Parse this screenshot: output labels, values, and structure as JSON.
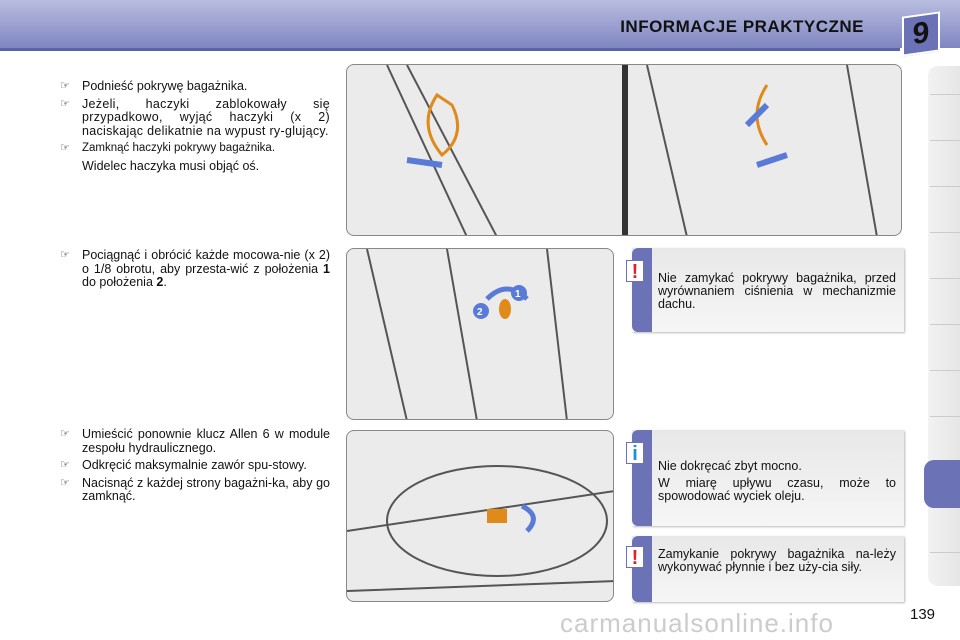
{
  "header": {
    "title": "INFORMACJE PRAKTYCZNE",
    "chapter": "9"
  },
  "section1": {
    "bullets": [
      "Podnieść pokrywę bagażnika.",
      "Jeżeli, haczyki zablokowały się przypadkowo, wyjąć haczyki (x 2) naciskając delikatnie na wypust ry-glujący.",
      "Zamknąć haczyki pokrywy bagażnika."
    ],
    "note": "Widelec haczyka musi objąć oś."
  },
  "section2": {
    "text_before": "Pociągnąć i obrócić każde mocowa-nie (x 2) o 1/8 obrotu, aby przesta-wić z położenia ",
    "pos1": "1",
    "text_mid": " do położenia ",
    "pos2": "2",
    "text_end": "."
  },
  "section3": {
    "bullets": [
      "Umieścić ponownie klucz Allen 6 w module zespołu hydraulicznego.",
      "Odkręcić maksymalnie zawór spu-stowy.",
      "Nacisnąć z każdej strony bagażni-ka, aby go zamknąć."
    ]
  },
  "notes": [
    {
      "icon": "!",
      "type": "warning",
      "paragraphs": [
        "Nie zamykać pokrywy bagażnika, przed wyrównaniem ciśnienia w mechanizmie dachu."
      ]
    },
    {
      "icon": "i",
      "type": "info",
      "paragraphs": [
        "Nie dokręcać zbyt mocno.",
        "W miarę upływu czasu, może to spowodować wyciek oleju."
      ]
    },
    {
      "icon": "!",
      "type": "warning",
      "paragraphs": [
        "Zamykanie pokrywy bagażnika na-leży wykonywać płynnie i bez uży-cia siły."
      ]
    }
  ],
  "figure_labels": {
    "one": "1",
    "two": "2"
  },
  "page_number": "139",
  "watermark": "carmanualsonline.info",
  "colors": {
    "accent": "#6b72b5",
    "warning": "#e0202a",
    "info": "#1a8fd8"
  }
}
